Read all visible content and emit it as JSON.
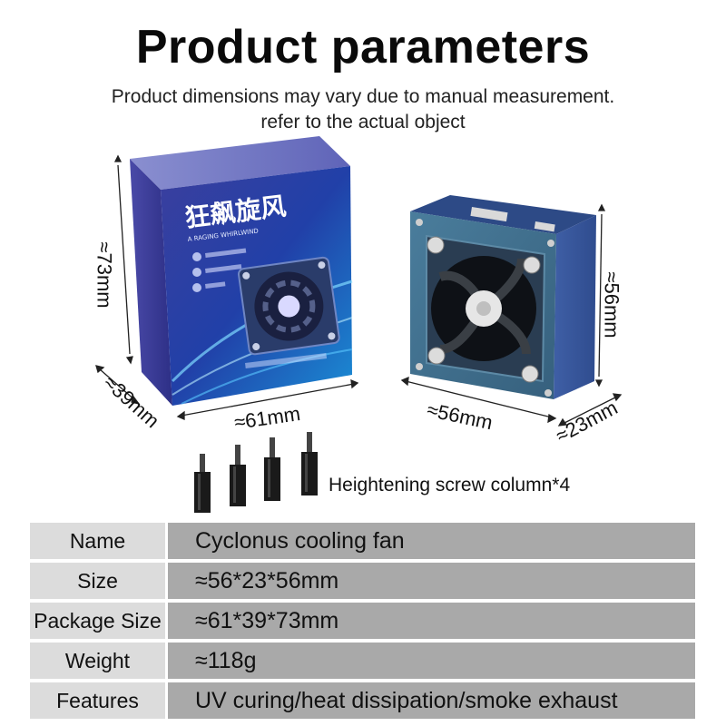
{
  "header": {
    "title": "Product parameters",
    "note_line1": "Product dimensions may vary due to manual measurement.",
    "note_line2": "refer to the actual object"
  },
  "package_dims": {
    "height": "≈73mm",
    "depth": "≈39mm",
    "width": "≈61mm"
  },
  "box_print": {
    "brand": "狂飙旋风",
    "slogan": "A RAGING WHIRLWIND"
  },
  "product_dims": {
    "width": "≈56mm",
    "height": "≈56mm",
    "depth": "≈23mm"
  },
  "accessory": {
    "label": "Heightening screw column*4"
  },
  "specs": [
    {
      "label": "Name",
      "value": "Cyclonus cooling fan"
    },
    {
      "label": "Size",
      "value": "≈56*23*56mm"
    },
    {
      "label": "Package Size",
      "value": "≈61*39*73mm"
    },
    {
      "label": "Weight",
      "value": "≈118g"
    },
    {
      "label": "Features",
      "value": "UV curing/heat dissipation/smoke exhaust"
    }
  ],
  "colors": {
    "box_blue": "#2a3d8f",
    "fan_teal": "#3f6c8c",
    "label_bg": "#dcdcdc",
    "value_bg": "#a9a9a9"
  }
}
